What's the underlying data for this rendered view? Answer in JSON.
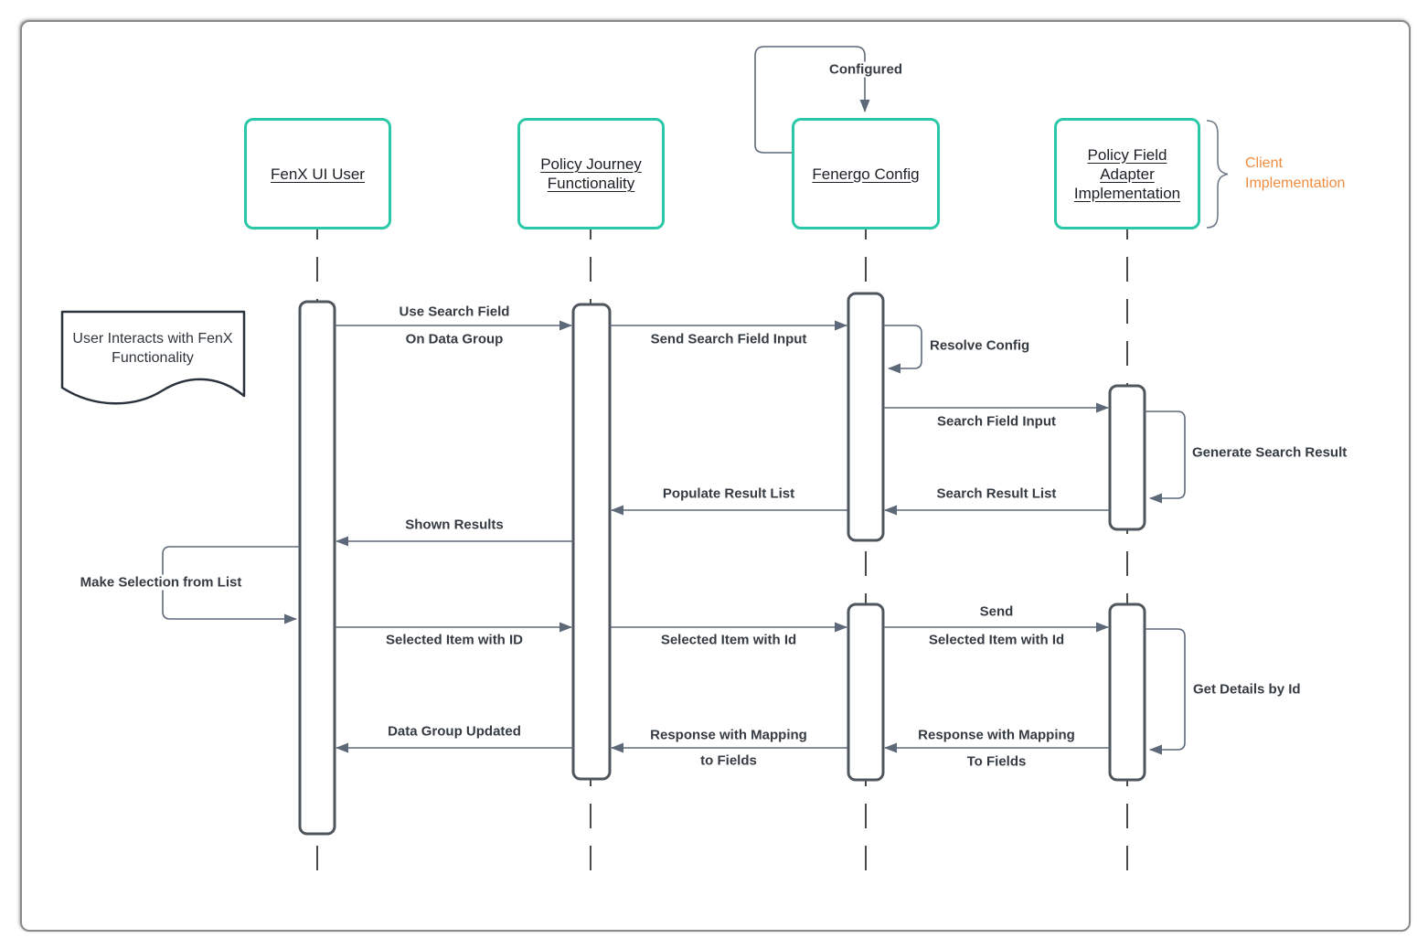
{
  "participants": [
    {
      "label": "FenX UI User"
    },
    {
      "label": "Policy Journey Functionality"
    },
    {
      "label": "Fenergo Config"
    },
    {
      "label": "Policy Field Adapter Implementation"
    }
  ],
  "note": {
    "text": "User Interacts with FenX Functionality"
  },
  "annotation": {
    "label": "Client Implementation"
  },
  "messages": {
    "configured": "Configured",
    "use_search_field_line1": "Use Search Field",
    "use_search_field_line2": "On Data Group",
    "send_search_field_input": "Send Search Field Input",
    "resolve_config": "Resolve Config",
    "search_field_input": "Search Field Input",
    "generate_search_result": "Generate Search Result",
    "search_result_list": "Search Result List",
    "populate_result_list": "Populate Result List",
    "shown_results": "Shown Results",
    "make_selection_from_list": "Make Selection from List",
    "selected_item_with_id_user": "Selected Item with ID",
    "selected_item_with_id_journey": "Selected Item with Id",
    "send_selected_item_line1": "Send",
    "send_selected_item_line2": "Selected Item with Id",
    "get_details_by_id": "Get Details by Id",
    "response_mapping_adapter_line1": "Response with Mapping",
    "response_mapping_adapter_line2": "To Fields",
    "response_mapping_config_line1": "Response with Mapping",
    "response_mapping_config_line2": "to Fields",
    "data_group_updated": "Data Group Updated"
  },
  "colors": {
    "participant_border": "#2bc8a8",
    "connector": "#5d6979",
    "activation_border": "#4f565e",
    "lifeline": "#4a4a4a",
    "annotation_text": "#ee8c41",
    "message_text": "#353b42",
    "note_border": "#2a333d"
  }
}
